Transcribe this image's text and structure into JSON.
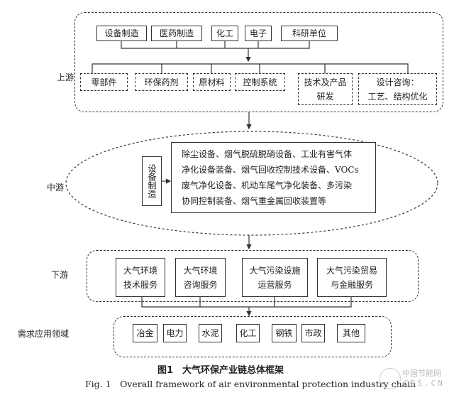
{
  "upstream": {
    "label": "上游",
    "sources": [
      "设备制造",
      "医药制造",
      "化工",
      "电子",
      "科研单位"
    ],
    "outputs": [
      "零部件",
      "环保药剂",
      "原材料",
      "控制系统"
    ],
    "rd": [
      "技术及产品",
      "研发"
    ],
    "design": [
      "设计咨询：",
      "工艺、结构优化"
    ]
  },
  "midstream": {
    "label": "中游",
    "manufacture": "设备制造",
    "equipment_lines": [
      "除尘设备、烟气脱硫脱硝设备、工业有害气体",
      "净化设备装备、烟气回收控制技术设备、VOCs",
      "废气净化设备、机动车尾气净化装备、多污染",
      "协同控制装备、烟气重金属回收装置等"
    ]
  },
  "downstream": {
    "label": "下游",
    "services": [
      [
        "大气环境",
        "技术服务"
      ],
      [
        "大气环境",
        "咨询服务"
      ],
      [
        "大气污染设施",
        "运营服务"
      ],
      [
        "大气污染贸易",
        "与金融服务"
      ]
    ]
  },
  "demand": {
    "label": "需求应用领域",
    "fields": [
      "冶金",
      "电力",
      "水泥",
      "化工",
      "钢铁",
      "市政",
      "其他"
    ]
  },
  "caption": {
    "cn": "图1　大气环保产业链总体框架",
    "en": "Fig. 1　Overall framework of air environmental protection industry chain"
  },
  "watermark": {
    "cn": "中国节能网",
    "en": "CES.CN"
  }
}
